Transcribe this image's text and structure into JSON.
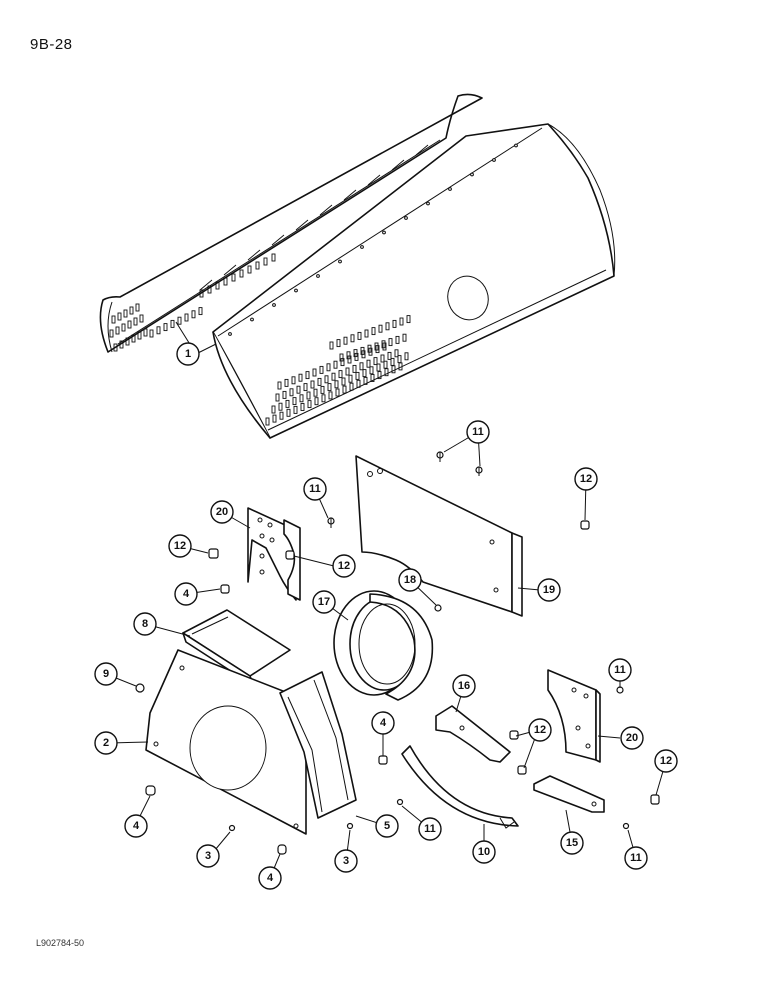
{
  "page": {
    "number": "9B-28",
    "ref_code": "L902784-50"
  },
  "callouts": [
    {
      "id": "c1",
      "label": "1"
    },
    {
      "id": "c2",
      "label": "2"
    },
    {
      "id": "c3a",
      "label": "3"
    },
    {
      "id": "c3b",
      "label": "3"
    },
    {
      "id": "c4a",
      "label": "4"
    },
    {
      "id": "c4b",
      "label": "4"
    },
    {
      "id": "c4c",
      "label": "4"
    },
    {
      "id": "c4d",
      "label": "4"
    },
    {
      "id": "c5",
      "label": "5"
    },
    {
      "id": "c8",
      "label": "8"
    },
    {
      "id": "c9",
      "label": "9"
    },
    {
      "id": "c10",
      "label": "10"
    },
    {
      "id": "c11a",
      "label": "11"
    },
    {
      "id": "c11b",
      "label": "11"
    },
    {
      "id": "c11c",
      "label": "11"
    },
    {
      "id": "c11d",
      "label": "11"
    },
    {
      "id": "c11e",
      "label": "11"
    },
    {
      "id": "c12a",
      "label": "12"
    },
    {
      "id": "c12b",
      "label": "12"
    },
    {
      "id": "c12c",
      "label": "12"
    },
    {
      "id": "c12d",
      "label": "12"
    },
    {
      "id": "c12e",
      "label": "12"
    },
    {
      "id": "c15",
      "label": "15"
    },
    {
      "id": "c16",
      "label": "16"
    },
    {
      "id": "c17",
      "label": "17"
    },
    {
      "id": "c18",
      "label": "18"
    },
    {
      "id": "c19",
      "label": "19"
    },
    {
      "id": "c20a",
      "label": "20"
    },
    {
      "id": "c20b",
      "label": "20"
    }
  ]
}
